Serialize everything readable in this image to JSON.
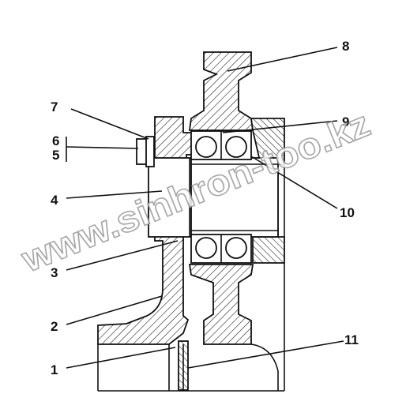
{
  "diagram": {
    "callouts": {
      "c1": "1",
      "c2": "2",
      "c3": "3",
      "c4": "4",
      "c5": "5",
      "c6": "6",
      "c7": "7",
      "c8": "8",
      "c9": "9",
      "c10": "10",
      "c11": "11"
    },
    "watermark": "www.sinhron-too.kz",
    "colors": {
      "ink": "#111111",
      "hatch": "#111111",
      "background": "#ffffff",
      "watermark_outline": "#9a9a9a"
    }
  }
}
